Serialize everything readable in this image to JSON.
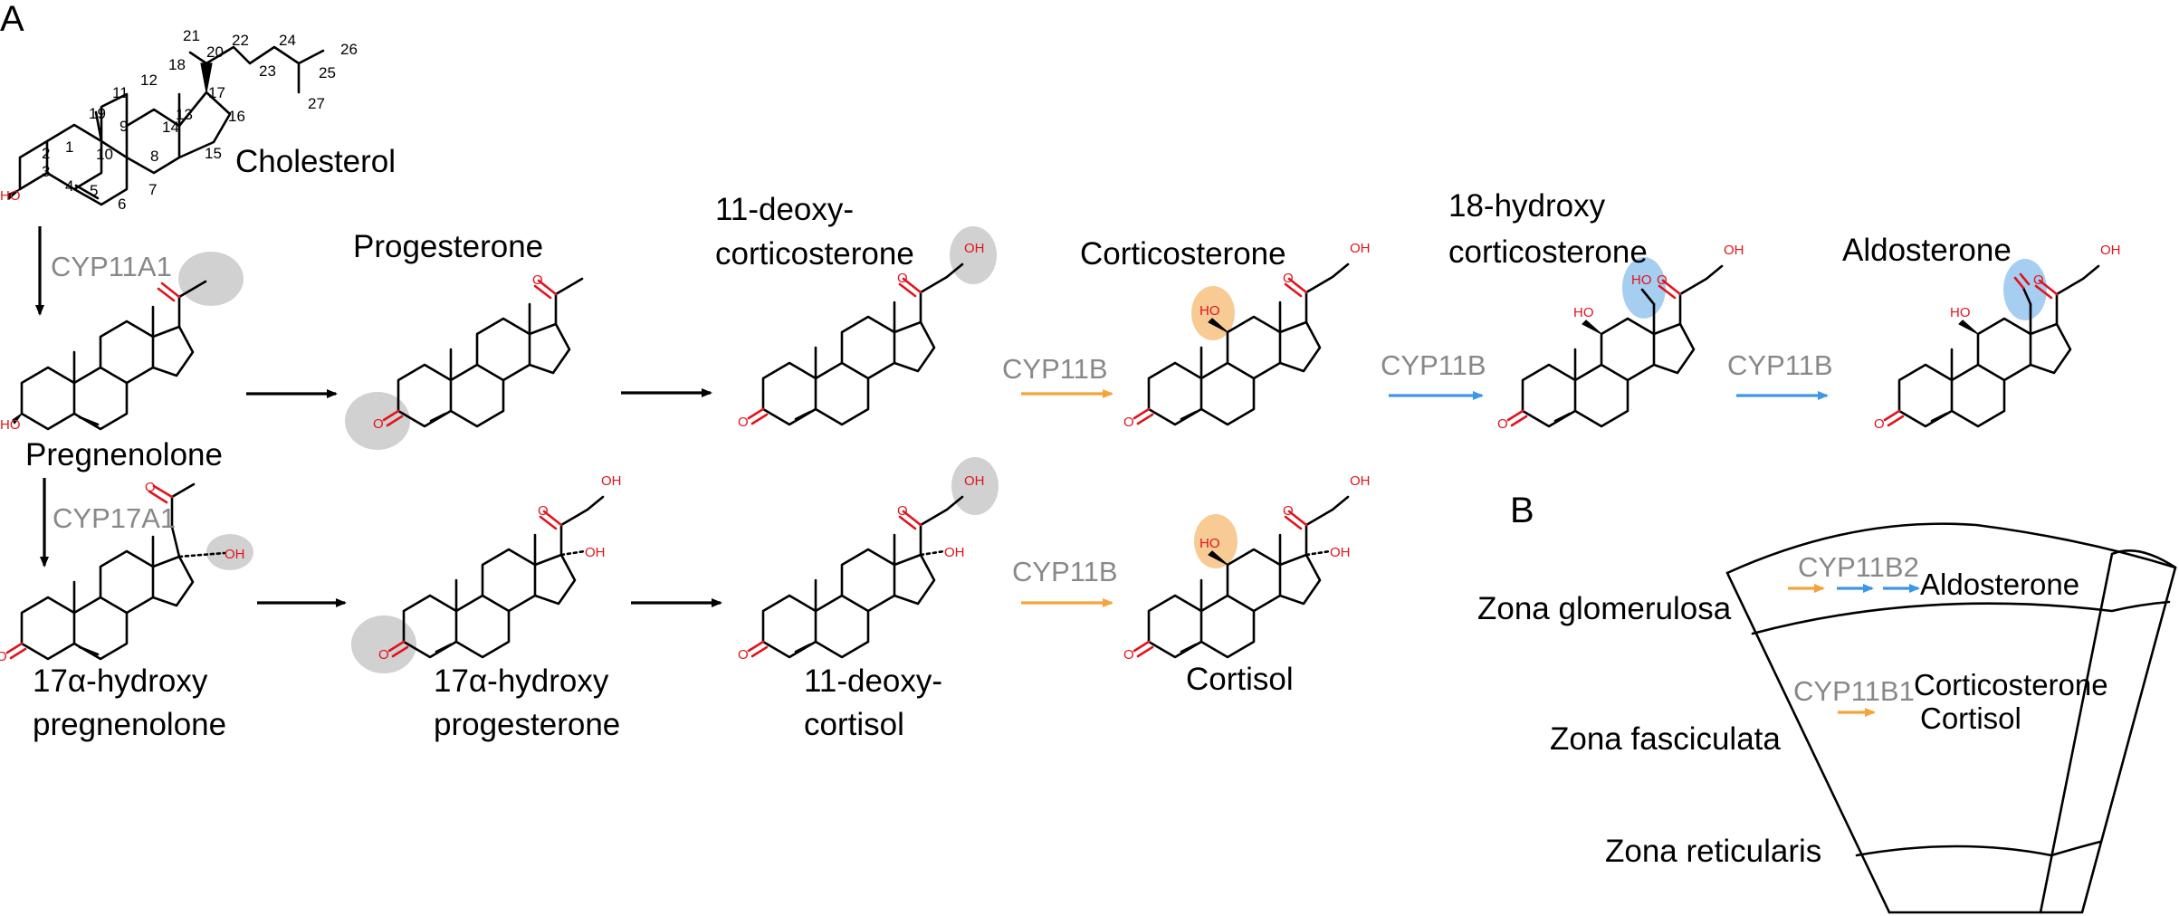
{
  "panel_labels": {
    "a": "A",
    "b": "B"
  },
  "compounds": {
    "cholesterol": "Cholesterol",
    "pregnenolone": "Pregnenolone",
    "progesterone": "Progesterone",
    "deoxycorticosterone": [
      "11-deoxy-",
      "corticosterone"
    ],
    "corticosterone": "Corticosterone",
    "hydroxycorticosterone": [
      "18-hydroxy",
      "corticosterone"
    ],
    "aldosterone": "Aldosterone",
    "hydroxypregnenolone": [
      "17α-hydroxy",
      "pregnenolone"
    ],
    "hydroxyprogesterone": [
      "17α-hydroxy",
      "progesterone"
    ],
    "deoxycortisol": [
      "11-deoxy-",
      "cortisol"
    ],
    "cortisol": "Cortisol"
  },
  "enzymes": {
    "cyp11a1": "CYP11A1",
    "cyp17a1": "CYP17A1",
    "cyp11b": "CYP11B",
    "cyp11b2": "CYP11B2",
    "cyp11b1": "CYP11B1"
  },
  "atoms": {
    "oh": "OH",
    "ho": "HO",
    "o": "O"
  },
  "cholesterol_numbering": [
    "1",
    "2",
    "3",
    "4",
    "5",
    "6",
    "7",
    "8",
    "9",
    "10",
    "11",
    "12",
    "13",
    "14",
    "15",
    "16",
    "17",
    "18",
    "19",
    "20",
    "21",
    "22",
    "23",
    "24",
    "25",
    "26",
    "27"
  ],
  "zones": {
    "glomerulosa": "Zona glomerulosa",
    "fasciculata": "Zona fasciculata",
    "reticularis": "Zona reticularis"
  },
  "zone_products": {
    "aldosterone": "Aldosterone",
    "corticosterone": "Corticosterone",
    "cortisol": "Cortisol"
  },
  "colors": {
    "orange": "#f5a33a",
    "blue": "#3d97e8",
    "grey_highlight": "#c9c9c9",
    "orange_highlight": "#f7c58a",
    "blue_highlight": "#9cc9f0",
    "heteroatom": "#e0141c",
    "enzyme_text": "#888888"
  }
}
